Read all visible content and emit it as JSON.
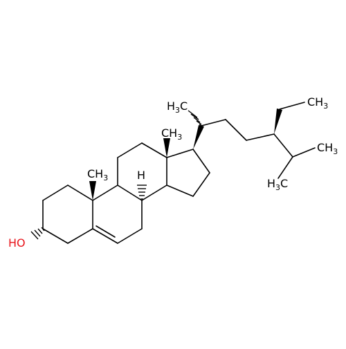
{
  "colors": {
    "bond": "#000000",
    "carbon_label": "#000000",
    "oxygen_label": "#e8141b",
    "background": "#ffffff"
  },
  "labels": {
    "hydroxyl": "HO",
    "methyl_c10": "CH",
    "methyl_c10_sub": "3",
    "methyl_c13": "CH",
    "methyl_c13_sub": "3",
    "hydrogen_c9": "H",
    "methyl_c20": "H",
    "methyl_c20_sub": "3",
    "methyl_c20_c": "C",
    "ethyl_terminal": "CH",
    "ethyl_terminal_sub": "3",
    "isopropyl_right": "CH",
    "isopropyl_right_sub": "3",
    "isopropyl_left": "H",
    "isopropyl_left_sub": "3",
    "isopropyl_left_c": "C"
  }
}
